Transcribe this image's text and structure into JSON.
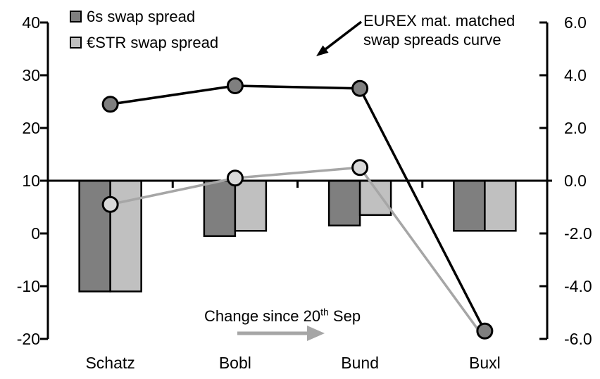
{
  "chart_data": {
    "type": "combo-bar-line",
    "categories": [
      "Schatz",
      "Bobl",
      "Bund",
      "Buxl"
    ],
    "left_axis": {
      "ticks": [
        40,
        30,
        20,
        10,
        0,
        -10,
        -20
      ],
      "tick_labels": [
        "40",
        "30",
        "20",
        "10",
        "0",
        "-10",
        "-20"
      ],
      "range": [
        -20,
        40
      ],
      "applies_to": "lines"
    },
    "right_axis": {
      "ticks": [
        6,
        4,
        2,
        0,
        -2,
        -4,
        -6
      ],
      "tick_labels": [
        "6.0",
        "4.0",
        "2.0",
        "0.0",
        "-2.0",
        "-4.0",
        "-6.0"
      ],
      "range": [
        -6,
        6
      ],
      "applies_to": "bars"
    },
    "line_series": [
      {
        "name": "6s swap spread",
        "axis": "left",
        "line_color": "#000000",
        "marker_fill": "#7f7f7f",
        "values": [
          24.5,
          28,
          27.5,
          -18.5
        ],
        "marker_visible": [
          true,
          true,
          true,
          true
        ]
      },
      {
        "name": "€STR swap spread",
        "axis": "left",
        "line_color": "#a6a6a6",
        "marker_fill": "#d9d9d9",
        "values": [
          5.5,
          10.5,
          12.5,
          -20
        ],
        "marker_visible": [
          true,
          true,
          true,
          false
        ]
      }
    ],
    "bar_series": [
      {
        "name": "6s swap spread",
        "axis": "right",
        "fill": "#7f7f7f",
        "values": [
          -4.2,
          -2.1,
          -1.7,
          -1.9
        ]
      },
      {
        "name": "€STR swap spread",
        "axis": "right",
        "fill": "#c0c0c0",
        "values": [
          -4.2,
          -1.9,
          -1.3,
          -1.9
        ]
      }
    ],
    "zero_line": true,
    "grid": false,
    "legend_position": "top-left",
    "bars_meaning": "Change since 20th Sep"
  },
  "legend": {
    "items": [
      {
        "label": "6s swap spread",
        "color": "#7f7f7f"
      },
      {
        "label": "€STR swap spread",
        "color": "#c0c0c0"
      }
    ]
  },
  "annotations": {
    "curve_note": {
      "line1": "EUREX mat. matched",
      "line2": "swap spreads curve"
    },
    "change_note": {
      "prefix": "Change since 20",
      "sup": "th",
      "suffix": " Sep"
    }
  },
  "colors": {
    "black": "#000000",
    "dark_gray": "#7f7f7f",
    "light_gray": "#c0c0c0",
    "marker_light": "#d9d9d9",
    "line_gray": "#a6a6a6",
    "background": "#ffffff"
  }
}
